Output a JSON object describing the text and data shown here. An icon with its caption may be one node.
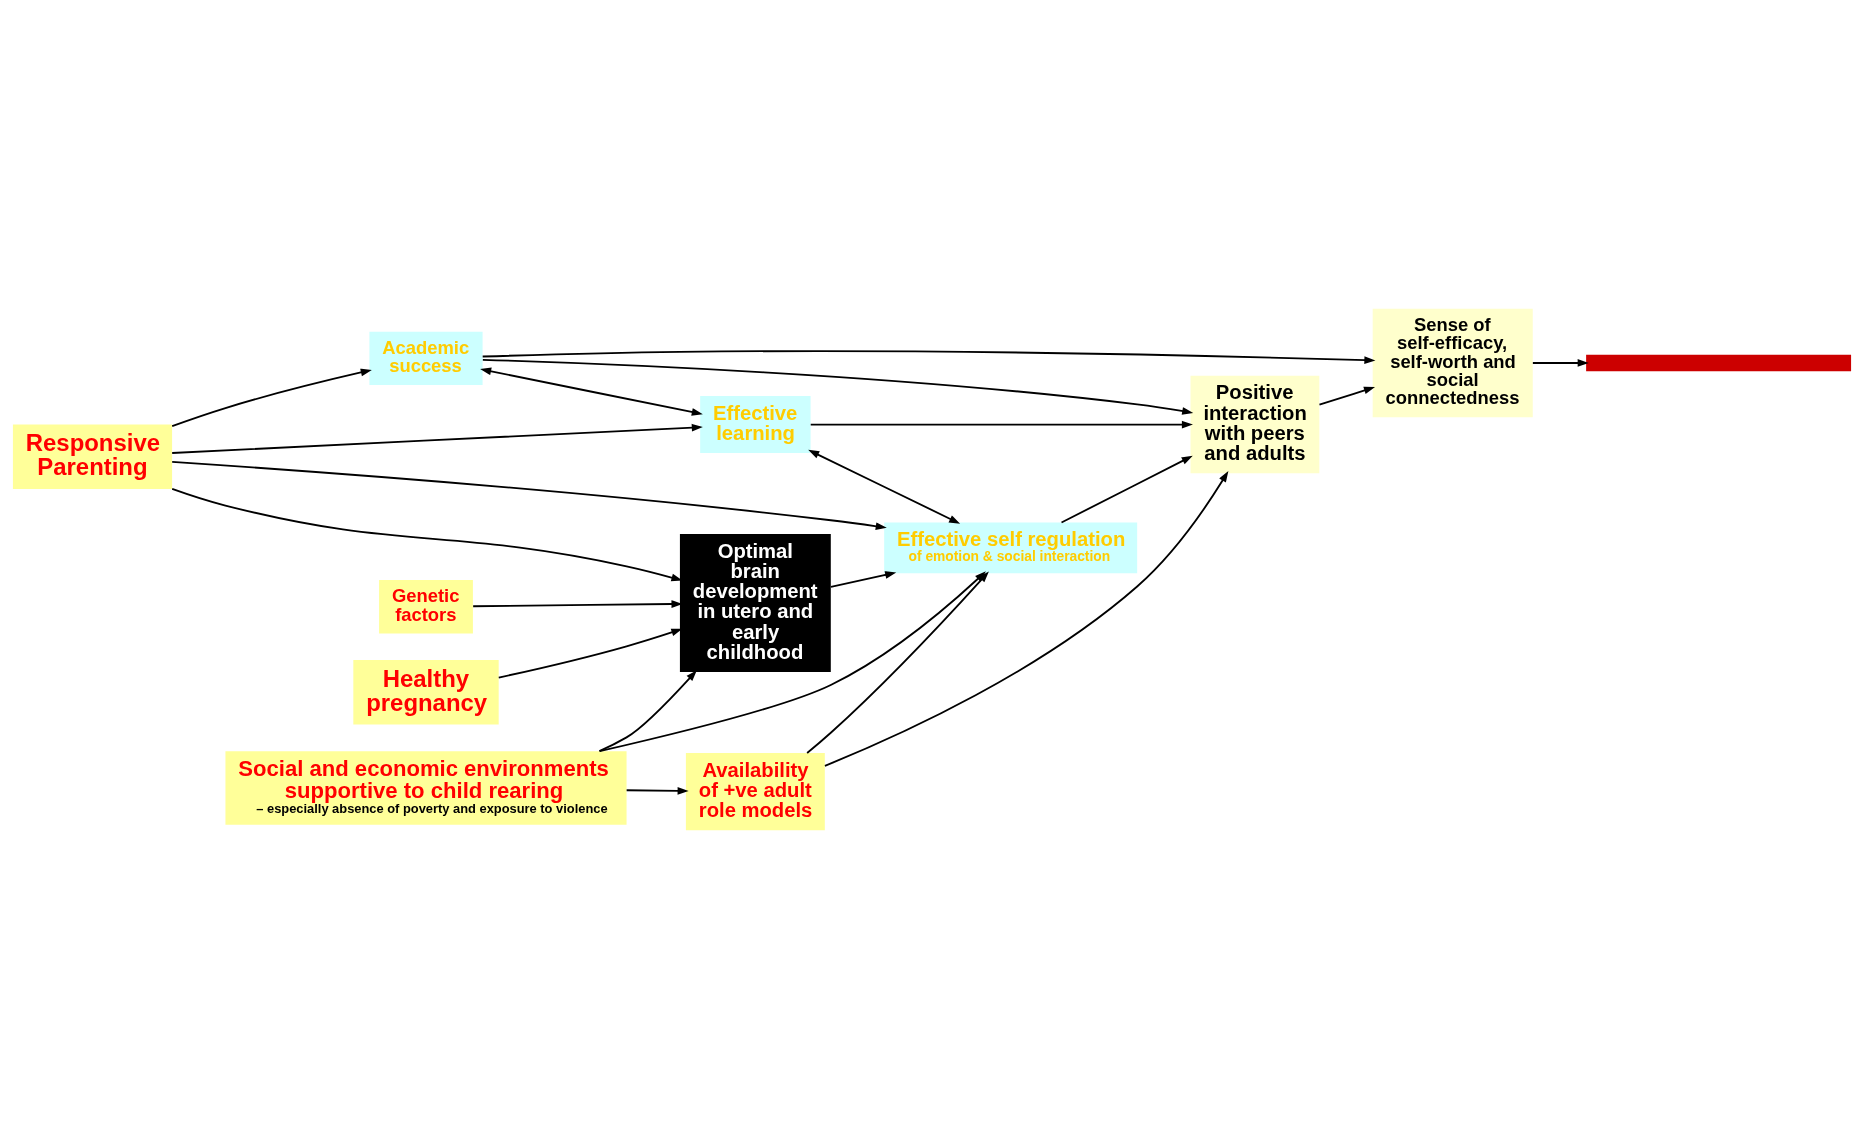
{
  "diagram": {
    "nodes": [
      {
        "text": [
          "Responsive Parenting"
        ]
      },
      {
        "text": [
          "Academic success"
        ]
      },
      {
        "text": [
          "Sense of self-efficacy, self-worth and social connectedness"
        ]
      },
      {
        "text": [
          "Effective learning"
        ]
      },
      {
        "text": [
          "Positive interaction with peers and adults"
        ]
      },
      {
        "text": [
          "Genetic factors"
        ]
      },
      {
        "text": [
          "Optimal brain development in utero and early childhood"
        ]
      },
      {
        "text": [
          "Effective self regulation",
          "of emotion & social interaction"
        ]
      },
      {
        "text": [
          "Availability of +ve adult role models"
        ]
      },
      {
        "text": [
          "Healthy pregnancy"
        ]
      },
      {
        "text": [
          "Social and economic environments supportive to child rearing",
          "– especially absence of poverty and exposure to violence"
        ]
      },
      {
        "text": [],
        "shape": "bar"
      }
    ],
    "edges": [
      {
        "from": 0,
        "to": 1,
        "arrow": "to"
      },
      {
        "from": 0,
        "to": 3,
        "arrow": "to"
      },
      {
        "from": 0,
        "to": 7,
        "arrow": "to"
      },
      {
        "from": 0,
        "to": 6,
        "arrow": "to"
      },
      {
        "from": 1,
        "to": 3,
        "arrow": "both"
      },
      {
        "from": 3,
        "to": 7,
        "arrow": "both"
      },
      {
        "from": 1,
        "to": 2,
        "arrow": "to"
      },
      {
        "from": 1,
        "to": 4,
        "arrow": "to"
      },
      {
        "from": 3,
        "to": 4,
        "arrow": "to"
      },
      {
        "from": 7,
        "to": 4,
        "arrow": "to"
      },
      {
        "from": 4,
        "to": 2,
        "arrow": "to"
      },
      {
        "from": 2,
        "to": 11,
        "arrow": "to"
      },
      {
        "from": 5,
        "to": 6,
        "arrow": "to"
      },
      {
        "from": 6,
        "to": 7,
        "arrow": "to"
      },
      {
        "from": 9,
        "to": 6,
        "arrow": "to"
      },
      {
        "from": 10,
        "to": 6,
        "arrow": "to"
      },
      {
        "from": 10,
        "to": 7,
        "arrow": "to"
      },
      {
        "from": 8,
        "to": 7,
        "arrow": "to"
      },
      {
        "from": 10,
        "to": 8,
        "arrow": "to"
      },
      {
        "from": 8,
        "to": 4,
        "arrow": "to"
      }
    ]
  }
}
